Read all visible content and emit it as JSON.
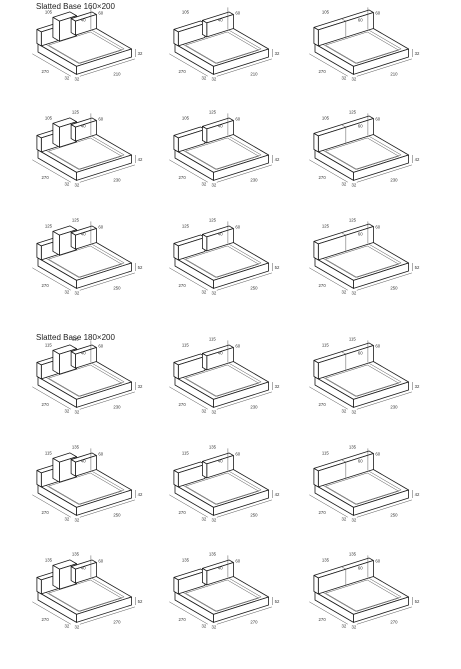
{
  "sections": [
    {
      "title": "Slatted Base 160×200",
      "drawings": [
        {
          "labels": {
            "hb_depth": "105",
            "hb_width": "",
            "hb_height": "60",
            "height": "40",
            "length": "270",
            "width": "210",
            "side": "32",
            "foot1": "32",
            "foot2": "32"
          },
          "style": "a"
        },
        {
          "labels": {
            "hb_depth": "105",
            "hb_width": "",
            "hb_height": "60",
            "height": "40",
            "length": "270",
            "width": "210",
            "side": "32",
            "foot1": "32",
            "foot2": "32"
          },
          "style": "b"
        },
        {
          "labels": {
            "hb_depth": "105",
            "hb_width": "",
            "hb_height": "60",
            "height": "60",
            "length": "270",
            "width": "210",
            "side": "32",
            "foot1": "32",
            "foot2": "32"
          },
          "style": "c"
        },
        {
          "labels": {
            "hb_depth": "105",
            "hb_width": "125",
            "hb_height": "60",
            "height": "40",
            "length": "270",
            "width": "230",
            "side": "42",
            "foot1": "32",
            "foot2": "32"
          },
          "style": "a"
        },
        {
          "labels": {
            "hb_depth": "105",
            "hb_width": "125",
            "hb_height": "60",
            "height": "40",
            "length": "270",
            "width": "230",
            "side": "42",
            "foot1": "32",
            "foot2": "32"
          },
          "style": "b"
        },
        {
          "labels": {
            "hb_depth": "105",
            "hb_width": "125",
            "hb_height": "60",
            "height": "60",
            "length": "270",
            "width": "230",
            "side": "42",
            "foot1": "32",
            "foot2": "32"
          },
          "style": "c"
        },
        {
          "labels": {
            "hb_depth": "125",
            "hb_width": "125",
            "hb_height": "60",
            "height": "40",
            "length": "270",
            "width": "250",
            "side": "52",
            "foot1": "32",
            "foot2": "32"
          },
          "style": "a"
        },
        {
          "labels": {
            "hb_depth": "125",
            "hb_width": "125",
            "hb_height": "60",
            "height": "40",
            "length": "270",
            "width": "250",
            "side": "52",
            "foot1": "32",
            "foot2": "32"
          },
          "style": "b"
        },
        {
          "labels": {
            "hb_depth": "125",
            "hb_width": "125",
            "hb_height": "60",
            "height": "60",
            "length": "270",
            "width": "250",
            "side": "52",
            "foot1": "32",
            "foot2": "32"
          },
          "style": "c"
        }
      ]
    },
    {
      "title": "Slatted Base 180×200",
      "drawings": [
        {
          "labels": {
            "hb_depth": "115",
            "hb_width": "115",
            "hb_height": "60",
            "height": "40",
            "length": "270",
            "width": "230",
            "side": "32",
            "foot1": "32",
            "foot2": "32"
          },
          "style": "a"
        },
        {
          "labels": {
            "hb_depth": "115",
            "hb_width": "115",
            "hb_height": "60",
            "height": "40",
            "length": "270",
            "width": "230",
            "side": "32",
            "foot1": "32",
            "foot2": "32"
          },
          "style": "b"
        },
        {
          "labels": {
            "hb_depth": "115",
            "hb_width": "115",
            "hb_height": "60",
            "height": "60",
            "length": "270",
            "width": "230",
            "side": "32",
            "foot1": "32",
            "foot2": "32"
          },
          "style": "c"
        },
        {
          "labels": {
            "hb_depth": "115",
            "hb_width": "135",
            "hb_height": "60",
            "height": "40",
            "length": "270",
            "width": "250",
            "side": "42",
            "foot1": "32",
            "foot2": "32"
          },
          "style": "a"
        },
        {
          "labels": {
            "hb_depth": "115",
            "hb_width": "135",
            "hb_height": "60",
            "height": "40",
            "length": "270",
            "width": "250",
            "side": "42",
            "foot1": "32",
            "foot2": "32"
          },
          "style": "b"
        },
        {
          "labels": {
            "hb_depth": "115",
            "hb_width": "135",
            "hb_height": "60",
            "height": "60",
            "length": "270",
            "width": "250",
            "side": "42",
            "foot1": "32",
            "foot2": "32"
          },
          "style": "c"
        },
        {
          "labels": {
            "hb_depth": "135",
            "hb_width": "135",
            "hb_height": "60",
            "height": "40",
            "length": "270",
            "width": "270",
            "side": "52",
            "foot1": "32",
            "foot2": "32"
          },
          "style": "a"
        },
        {
          "labels": {
            "hb_depth": "135",
            "hb_width": "135",
            "hb_height": "60",
            "height": "40",
            "length": "270",
            "width": "270",
            "side": "52",
            "foot1": "32",
            "foot2": "32"
          },
          "style": "b"
        },
        {
          "labels": {
            "hb_depth": "135",
            "hb_width": "135",
            "hb_height": "60",
            "height": "60",
            "length": "270",
            "width": "270",
            "side": "52",
            "foot1": "32",
            "foot2": "32"
          },
          "style": "c"
        }
      ]
    }
  ]
}
